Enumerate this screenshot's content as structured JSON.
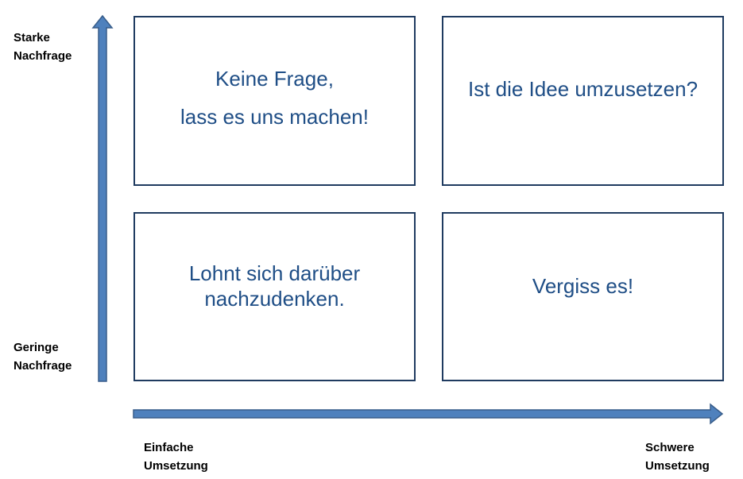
{
  "axes": {
    "y_top": [
      "Starke",
      "Nachfrage"
    ],
    "y_bottom": [
      "Geringe",
      "Nachfrage"
    ],
    "x_left": [
      "Einfache",
      "Umsetzung"
    ],
    "x_right": [
      "Schwere",
      "Umsetzung"
    ]
  },
  "quadrants": {
    "top_left": [
      "Keine Frage,",
      "lass es uns machen!"
    ],
    "top_right": [
      "Ist die Idee umzusetzen?"
    ],
    "bottom_left": [
      "Lohnt sich darüber",
      "nachzudenken."
    ],
    "bottom_right": [
      "Vergiss es!"
    ]
  },
  "colors": {
    "arrow_fill": "#4f81bd",
    "arrow_stroke": "#385d8a",
    "box_border": "#1f3b60",
    "box_text": "#1f4e86",
    "label_text": "#000000"
  }
}
